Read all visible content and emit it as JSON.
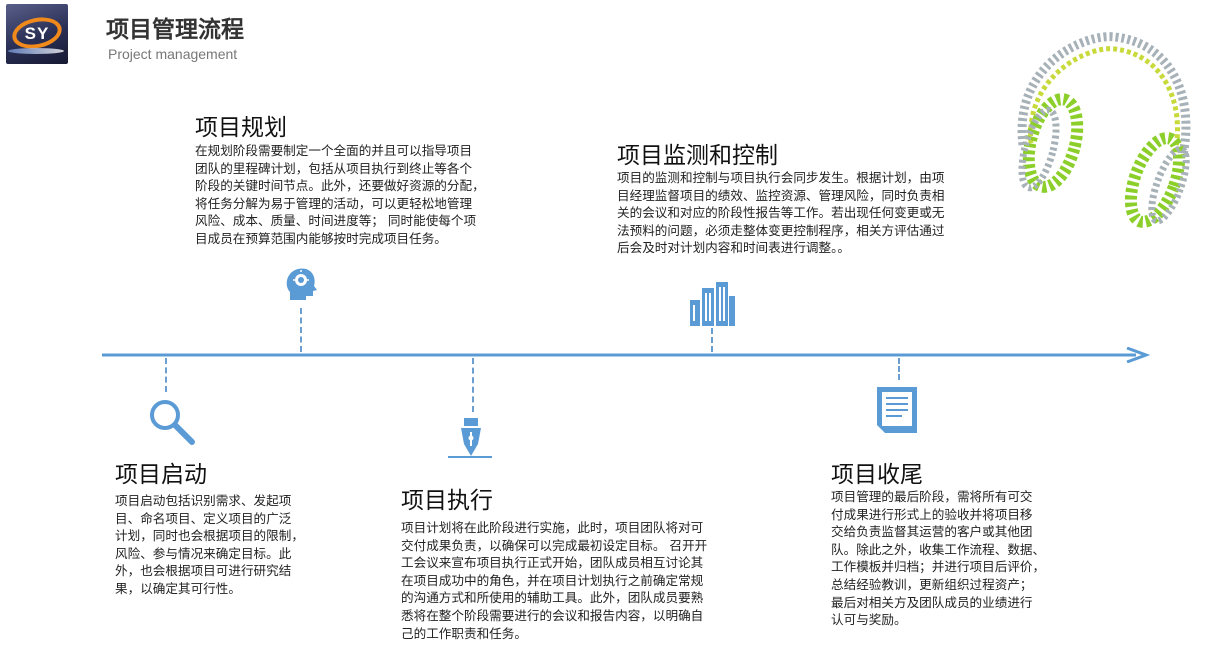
{
  "header": {
    "logo_text": "SY",
    "title": "项目管理流程",
    "subtitle": "Project management"
  },
  "colors": {
    "accent": "#5b9bd5",
    "logo_orange": "#f08a1c",
    "headphone_green": "#8ccf2a",
    "headphone_gray": "#9aa0a6"
  },
  "stages": {
    "planning": {
      "title": "项目规划",
      "lines": [
        "在规划阶段需要制定一个全面的并且可以指导项目",
        "团队的里程碑计划，包括从项目执行到终止等各个",
        "阶段的关键时间节点。此外，还要做好资源的分配，",
        "将任务分解为易于管理的活动，可以更轻松地管理",
        "风险、成本、质量、时间进度等；  同时能使每个项",
        "目成员在预算范围内能够按时完成项目任务。"
      ],
      "icon": "lightbulb-head-icon"
    },
    "monitoring": {
      "title": "项目监测和控制",
      "lines": [
        "项目的监测和控制与项目执行会同步发生。根据计划，由项",
        "目经理监督项目的绩效、监控资源、管理风险，同时负责相",
        "关的会议和对应的阶段性报告等工作。若出现任何变更或无",
        "法预料的问题，必须走整体变更控制程序，相关方评估通过",
        "后会及时对计划内容和时间表进行调整。。"
      ],
      "icon": "buildings-icon"
    },
    "initiation": {
      "title": "项目启动",
      "lines": [
        "项目启动包括识别需求、发起项",
        "目、命名项目、定义项目的广泛",
        "计划，同时也会根据项目的限制，",
        "风险、参与情况来确定目标。此",
        "外，也会根据项目可进行研究结",
        "果，以确定其可行性。"
      ],
      "icon": "search-icon"
    },
    "execution": {
      "title": "项目执行",
      "lines": [
        "项目计划将在此阶段进行实施，此时，项目团队将对可",
        "交付成果负责，以确保可以完成最初设定目标。 召开开",
        "工会议来宣布项目执行正式开始，团队成员相互讨论其",
        "在项目成功中的角色，并在项目计划执行之前确定常规",
        "的沟通方式和所使用的辅助工具。此外，团队成员要熟",
        "悉将在整个阶段需要进行的会议和报告内容，以明确自",
        "己的工作职责和任务。"
      ],
      "icon": "pen-nib-icon"
    },
    "closure": {
      "title": "项目收尾",
      "lines": [
        "项目管理的最后阶段，需将所有可交",
        "付成果进行形式上的验收并将项目移",
        "交给负责监督其运营的客户或其他团",
        "队。除此之外，收集工作流程、数据、",
        "工作模板并归档；并进行项目后评价，",
        "总结经验教训，更新组织过程资产；",
        "最后对相关方及团队成员的业绩进行",
        "认可与奖励。"
      ],
      "icon": "document-icon"
    }
  }
}
